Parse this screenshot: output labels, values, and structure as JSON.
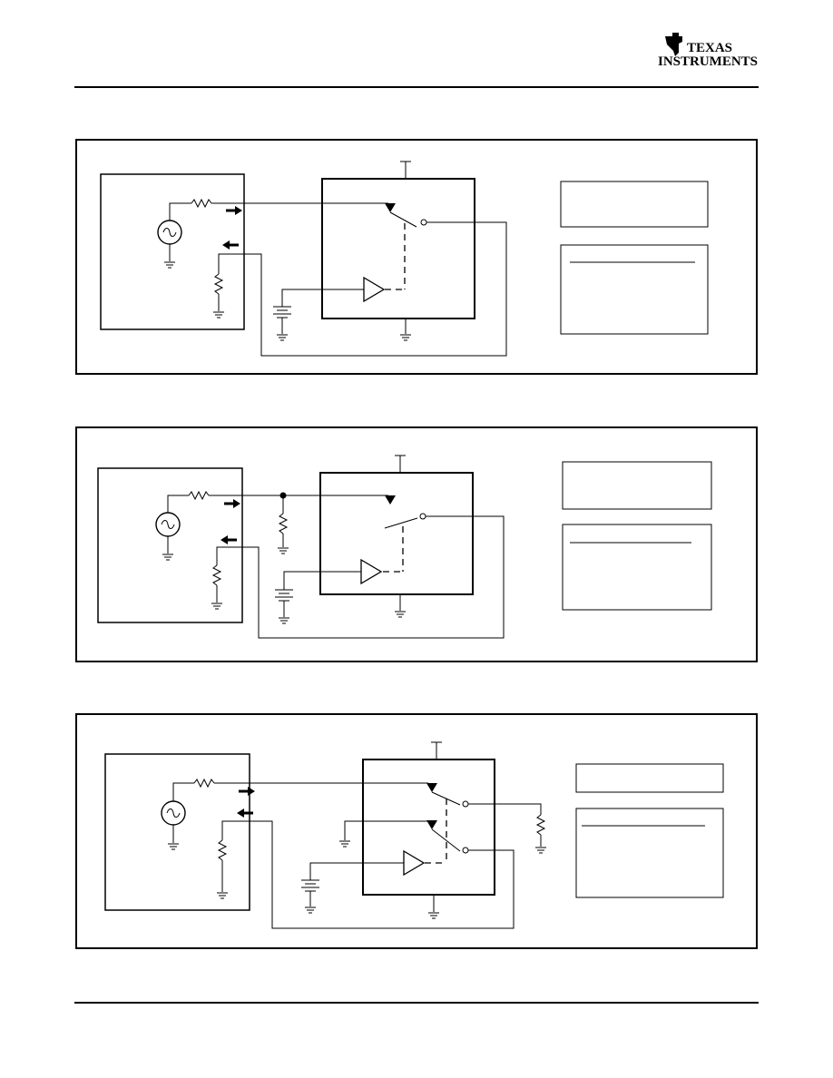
{
  "header": {
    "company_line1": "TEXAS",
    "company_line2": "INSTRUMENTS",
    "logo_icon": "ti-logo-icon"
  },
  "colors": {
    "ink": "#000000",
    "paper": "#ffffff"
  },
  "figures": [
    {
      "id": "figure-1",
      "switches": 1,
      "source_pulldown": false,
      "load_resistor": false
    },
    {
      "id": "figure-2",
      "switches": 1,
      "source_pulldown": true,
      "load_resistor": false
    },
    {
      "id": "figure-3",
      "switches": 2,
      "source_pulldown": false,
      "load_resistor": true
    }
  ]
}
